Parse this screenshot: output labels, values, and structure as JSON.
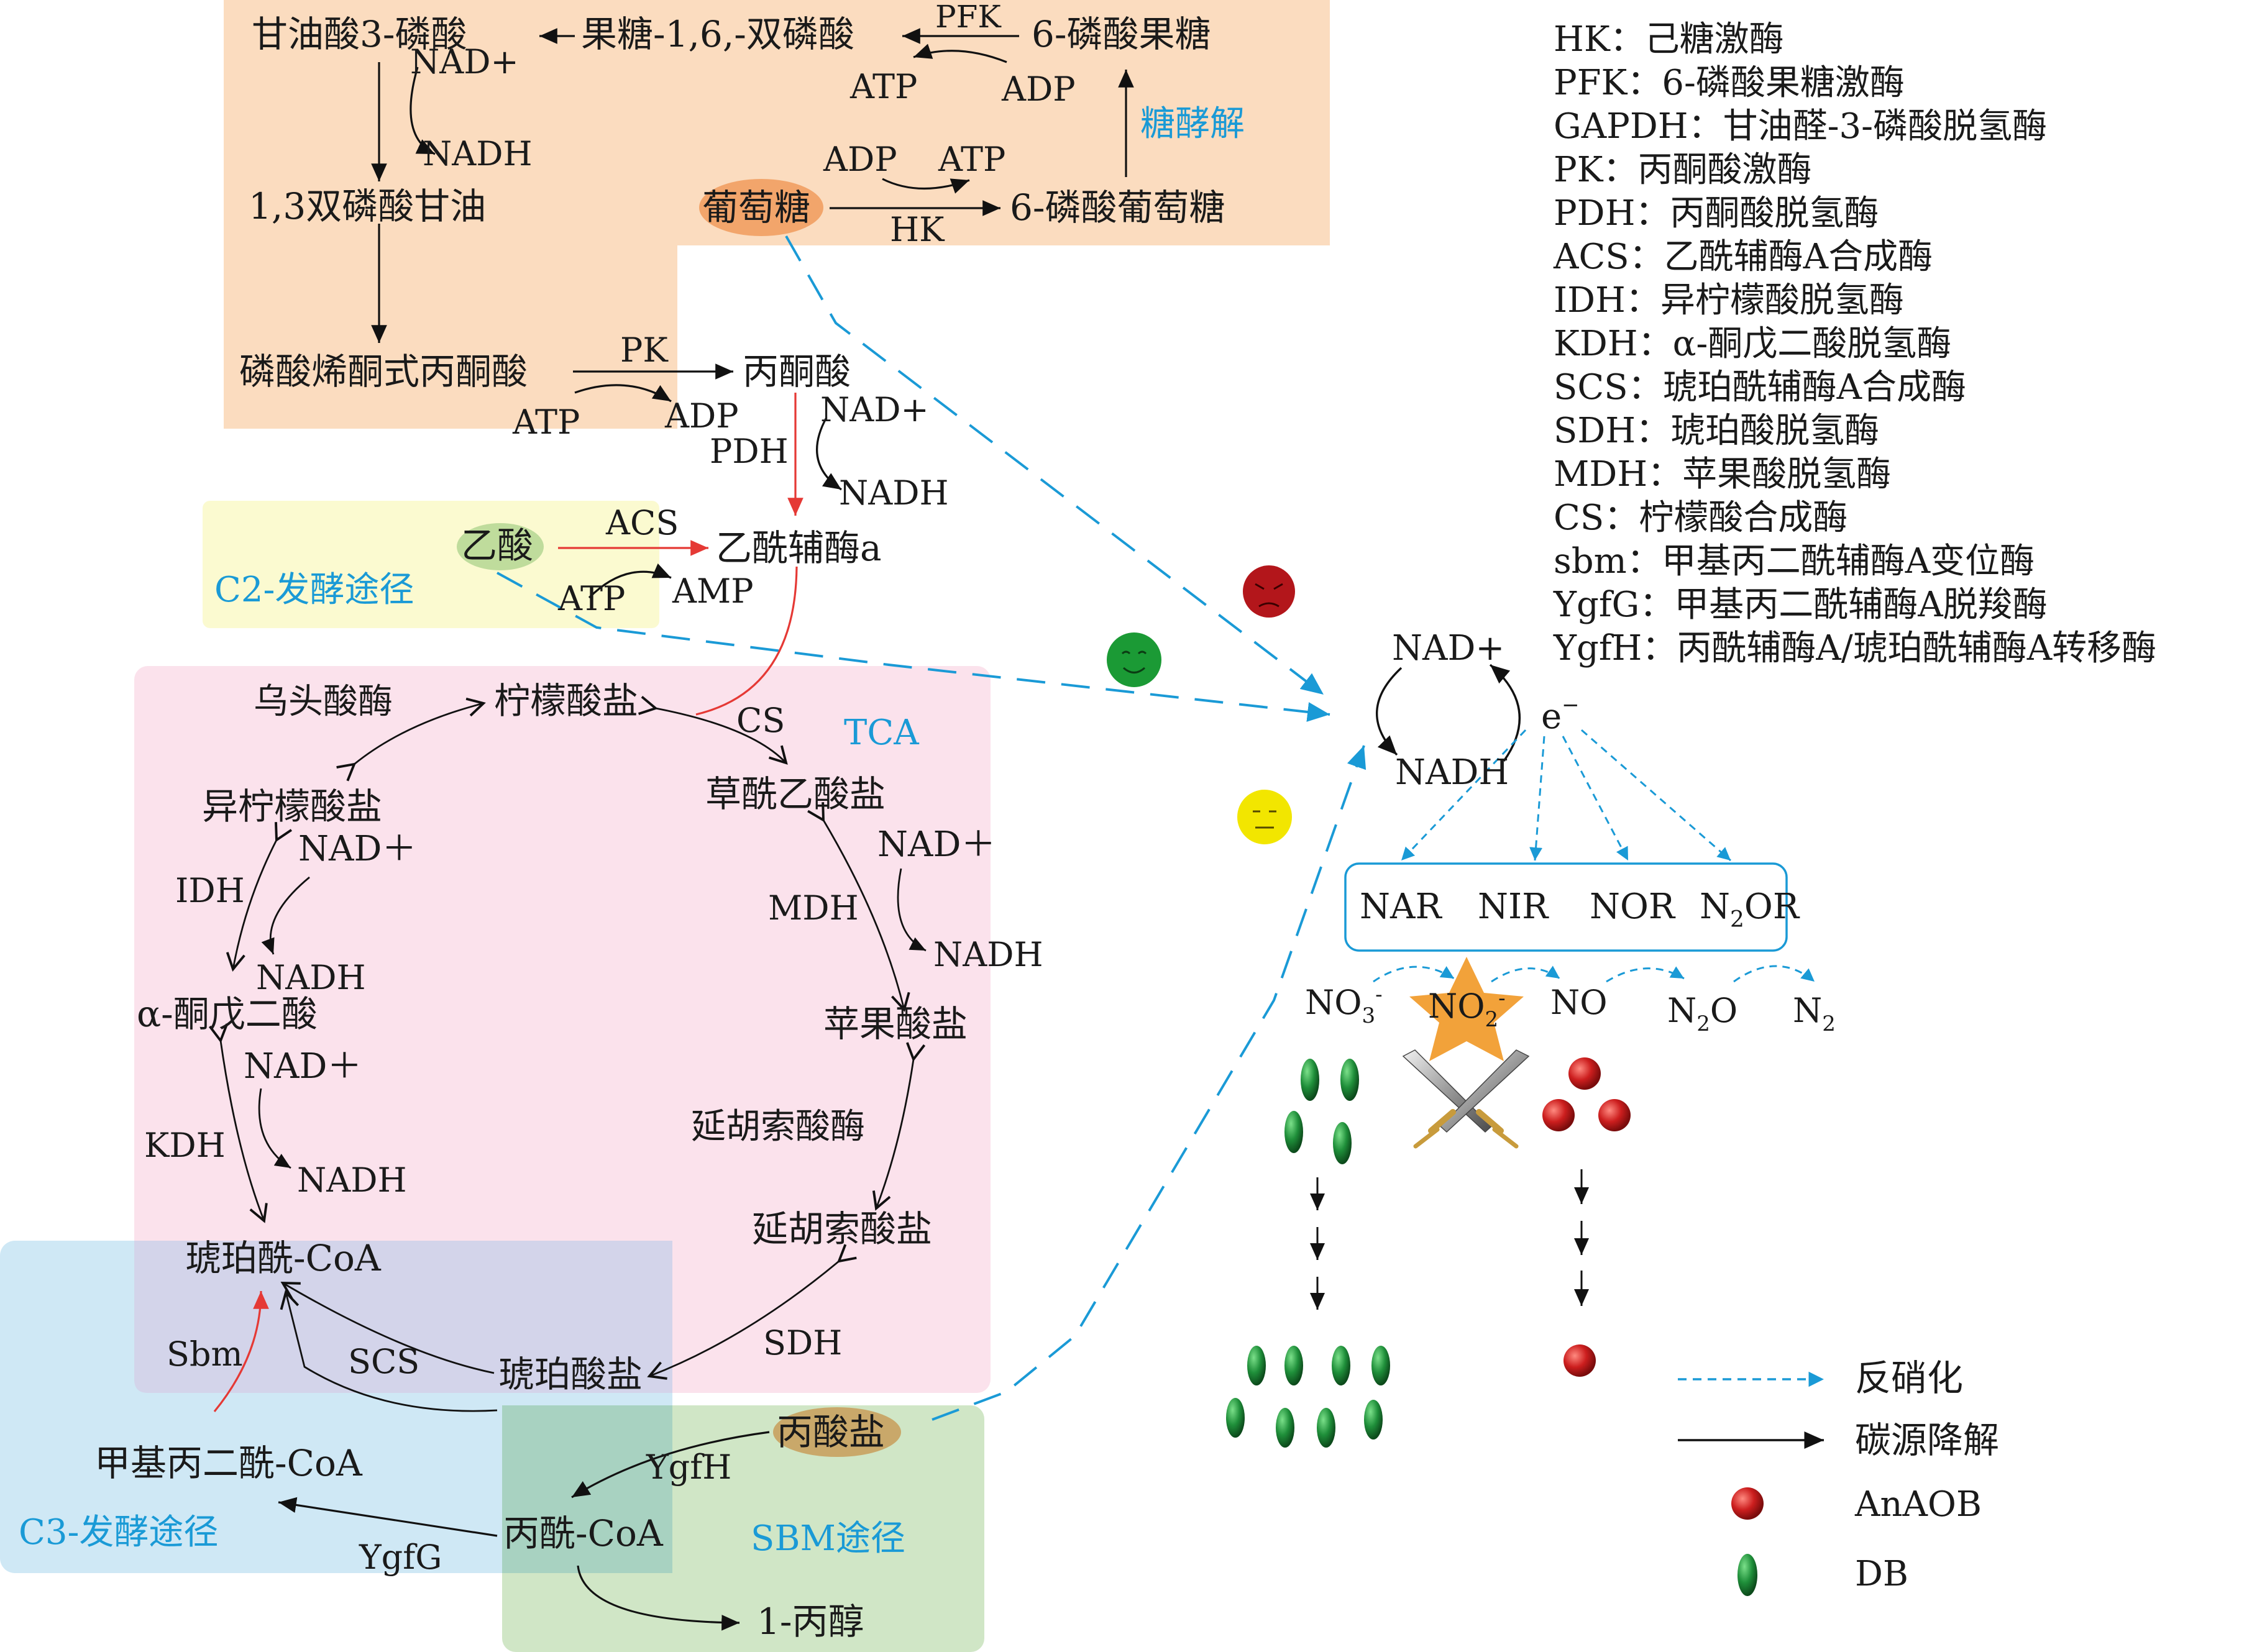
{
  "regions": {
    "glycolysis": "糖酵解",
    "c2": "C2-发酵途径",
    "tca": "TCA",
    "c3": "C3-发酵途径",
    "sbm": "SBM途径"
  },
  "glycolysis": {
    "g3p": "甘油酸3-磷酸",
    "fbp": "果糖-1,6,-双磷酸",
    "f6p": "6-磷酸果糖",
    "pfk": "PFK",
    "atp1": "ATP",
    "adp1": "ADP",
    "nadp1": "NAD+",
    "nadh1": "NADH",
    "bpg": "1,3双磷酸甘油",
    "glucose": "葡萄糖",
    "g6p": "6-磷酸葡萄糖",
    "hk": "HK",
    "adp2": "ADP",
    "atp2": "ATP",
    "pep": "磷酸烯酮式丙酮酸",
    "pk": "PK",
    "pyruvate": "丙酮酸",
    "atp3": "ATP",
    "adp3": "ADP",
    "nadp2": "NAD+",
    "pdh": "PDH",
    "nadh2": "NADH"
  },
  "c2path": {
    "acetate": "乙酸",
    "acs": "ACS",
    "acetylcoa": "乙酰辅酶a",
    "atp": "ATP",
    "amp": "AMP"
  },
  "tca": {
    "aconitase": "乌头酸酶",
    "citrate": "柠檬酸盐",
    "cs": "CS",
    "oxaloacetate": "草酰乙酸盐",
    "isocitrate": "异柠檬酸盐",
    "nadp1": "NAD＋",
    "idh": "IDH",
    "nadh1": "NADH",
    "akg": "α-酮戊二酸",
    "nadp2": "NAD＋",
    "kdh": "KDH",
    "nadh2": "NADH",
    "succoa": "琥珀酰-CoA",
    "nadp3": "NAD＋",
    "mdh": "MDH",
    "nadh3": "NADH",
    "malate": "苹果酸盐",
    "fumarase": "延胡索酸酶",
    "fumarate": "延胡索酸盐",
    "sdh": "SDH",
    "succinate": "琥珀酸盐",
    "scs": "SCS",
    "sbm": "Sbm"
  },
  "c3path": {
    "methylmalonyl": "甲基丙二酰-CoA",
    "propionate": "丙酸盐",
    "ygfh": "YgfH",
    "propionylcoa": "丙酰-CoA",
    "ygfg": "YgfG",
    "propanol": "1-丙醇"
  },
  "redox": {
    "nadp": "NAD+",
    "nadh": "NADH",
    "electron": "e"
  },
  "enzymes_box": {
    "nar": "NAR",
    "nir": "NIR",
    "nor": "NOR",
    "n2or_n": "N",
    "n2or_sub": "2",
    "n2or_rest": "OR"
  },
  "nitrogen": {
    "no3": "NO",
    "no3_sub": "3",
    "no3_sup": "-",
    "no2": "NO",
    "no2_sub": "2",
    "no2_sup": "-",
    "no": "NO",
    "n2o": "N",
    "n2o_sub": "2",
    "n2o_rest": "O",
    "n2": "N",
    "n2_sub": "2"
  },
  "abbreviations": [
    "HK：己糖激酶",
    "PFK：6-磷酸果糖激酶",
    "GAPDH：甘油醛-3-磷酸脱氢酶",
    "PK：丙酮酸激酶",
    "PDH：丙酮酸脱氢酶",
    "ACS：乙酰辅酶A合成酶",
    "IDH：异柠檬酸脱氢酶",
    "KDH：α-酮戊二酸脱氢酶",
    "SCS：琥珀酰辅酶A合成酶",
    "SDH：琥珀酸脱氢酶",
    "MDH：苹果酸脱氢酶",
    "CS：柠檬酸合成酶",
    "sbm：甲基丙二酰辅酶A变位酶",
    "YgfG：甲基丙二酰辅酶A脱羧酶",
    "YgfH：丙酰辅酶A/琥珀酰辅酶A转移酶"
  ],
  "legend": {
    "denitrification": "反硝化",
    "carbon": "碳源降解",
    "anaob": "AnAOB",
    "db": "DB"
  },
  "colors": {
    "glycolysis_bg": "#fbdcbf",
    "c2_bg": "#fbfad0",
    "tca_bg": "#fbe2ec",
    "c3_bg": "#cfe8f5",
    "overlap_bg": "#d3d4ea",
    "sbm_bg": "#d0e6c6",
    "overlap2_bg": "#a8d2c1",
    "accent_blue": "#1a9ad6",
    "red_arrow": "#e53935",
    "db_green": "#1f8f3a",
    "anaob_red": "#cc1e1e",
    "star_orange": "#f2a23a"
  }
}
